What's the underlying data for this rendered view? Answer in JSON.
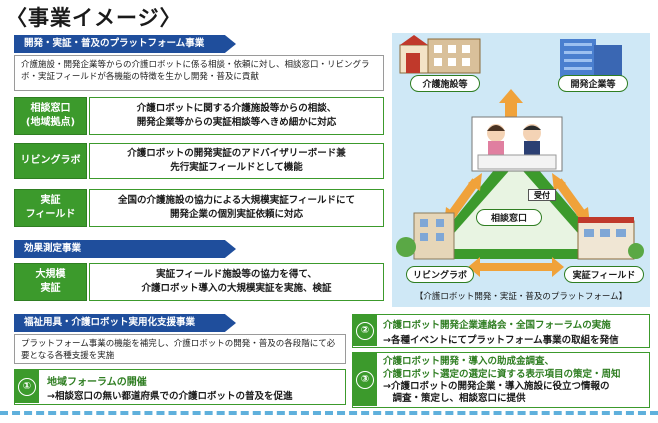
{
  "page_title": "〈事業イメージ〉",
  "platform_section": {
    "header": "開発・実証・普及のプラットフォーム事業",
    "description": "介護施設・開発企業等からの介護ロボットに係る相談・依頼に対し、相談窓口・リビングラボ・実証フィールドが各機能の特徴を生かし開発・普及に貢献",
    "rows": [
      {
        "tag": "相談窓口\n(地域拠点)",
        "text": "介護ロボットに関する介護施設等からの相談、\n開発企業等からの実証相談等へきめ細かに対応"
      },
      {
        "tag": "リビングラボ",
        "text": "介護ロボットの開発実証のアドバイザリーボード兼\n先行実証フィールドとして機能"
      },
      {
        "tag": "実証\nフィールド",
        "text": "全国の介護施設の協力による大規模実証フィールドにて\n開発企業の個別実証依頼に対応"
      }
    ]
  },
  "effect_section": {
    "header": "効果測定事業",
    "tag": "大規模\n実証",
    "text": "実証フィールド施設等の協力を得て、\n介護ロボット導入の大規模実証を実施、検証"
  },
  "support_section": {
    "header": "福祉用具・介護ロボット実用化支援事業",
    "description": "プラットフォーム事業の機能を補完し、介護ロボットの開発・普及の各段階にて必要となる各種支援を実施",
    "items": [
      {
        "num": "①",
        "title": "地域フォーラムの開催",
        "text": "→相談窓口の無い都道府県での介護ロボットの普及を促進"
      },
      {
        "num": "②",
        "title": "介護ロボット開発企業連絡会・全国フォーラムの実施",
        "text": "→各種イベントにてプラットフォーム事業の取組を発信"
      },
      {
        "num": "③",
        "title": "介護ロボット開発・導入の助成金調査、\n介護ロボット選定の選定に資する表示項目の策定・周知",
        "text": "→介護ロボットの開発企業・導入施設に役立つ情報の\n　調査・策定し、相談窓口に提供"
      }
    ]
  },
  "diagram": {
    "facility_label": "介護施設等",
    "company_label": "開発企業等",
    "consult_label": "相談窓口",
    "reception_sign": "受付",
    "livinglab_label": "リビングラボ",
    "field_label": "実証フィールド",
    "caption": "【介護ロボット開発・実証・普及のプラットフォーム】",
    "colors": {
      "panel": "#cfe8f6",
      "triangle": "#3c9a2c",
      "arrow": "#f0a23a",
      "navy": "#1f4e9c"
    }
  }
}
